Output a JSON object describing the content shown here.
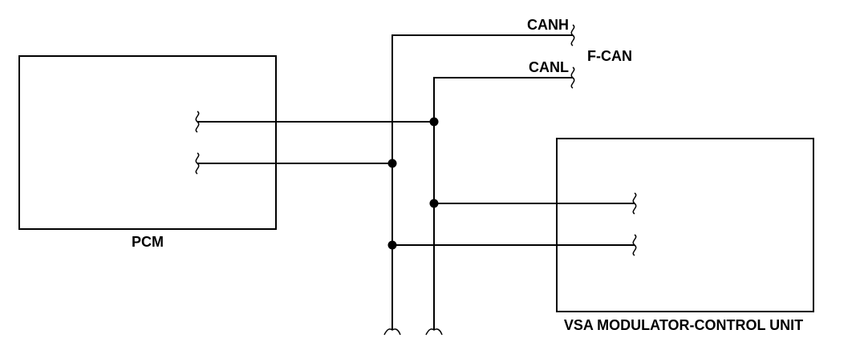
{
  "modules": {
    "pcm": {
      "label": "PCM"
    },
    "vsa": {
      "label": "VSA MODULATOR-CONTROL UNIT"
    }
  },
  "bus": {
    "name": "F-CAN",
    "canh_label": "CANH",
    "canl_label": "CANL"
  }
}
